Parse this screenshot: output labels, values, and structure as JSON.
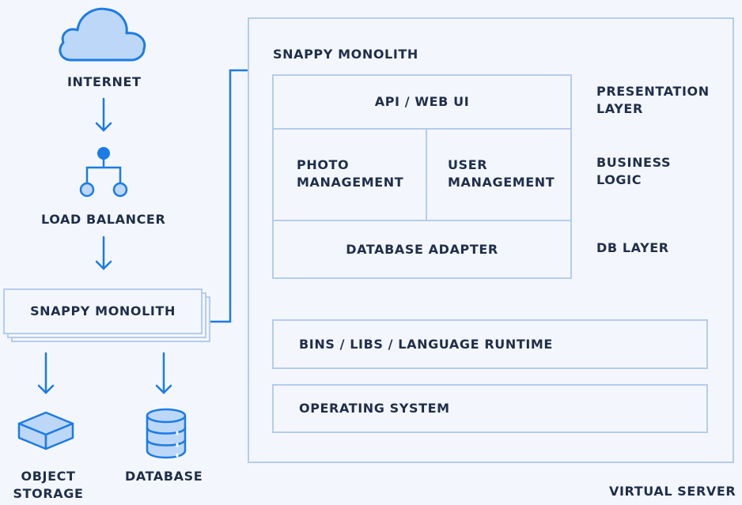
{
  "left": {
    "internet_label": "INTERNET",
    "load_balancer_label": "LOAD BALANCER",
    "monolith_label": "SNAPPY MONOLITH",
    "object_storage_label": "OBJECT STORAGE",
    "database_label": "DATABASE"
  },
  "server": {
    "title": "SNAPPY MONOLITH",
    "caption": "VIRTUAL SERVER",
    "api_label": "API / WEB UI",
    "photo_label": "PHOTO MANAGEMENT",
    "user_label": "USER MANAGEMENT",
    "db_adapter_label": "DATABASE ADAPTER",
    "runtime_label": "BINS / LIBS / LANGUAGE RUNTIME",
    "os_label": "OPERATING SYSTEM",
    "layers": {
      "presentation": "PRESENTATION LAYER",
      "business": "BUSINESS LOGIC",
      "db": "DB LAYER"
    }
  },
  "colors": {
    "accent": "#1c7be6",
    "border": "#b5ccec",
    "text": "#1f2e4a",
    "background": "#f3f7fd"
  }
}
